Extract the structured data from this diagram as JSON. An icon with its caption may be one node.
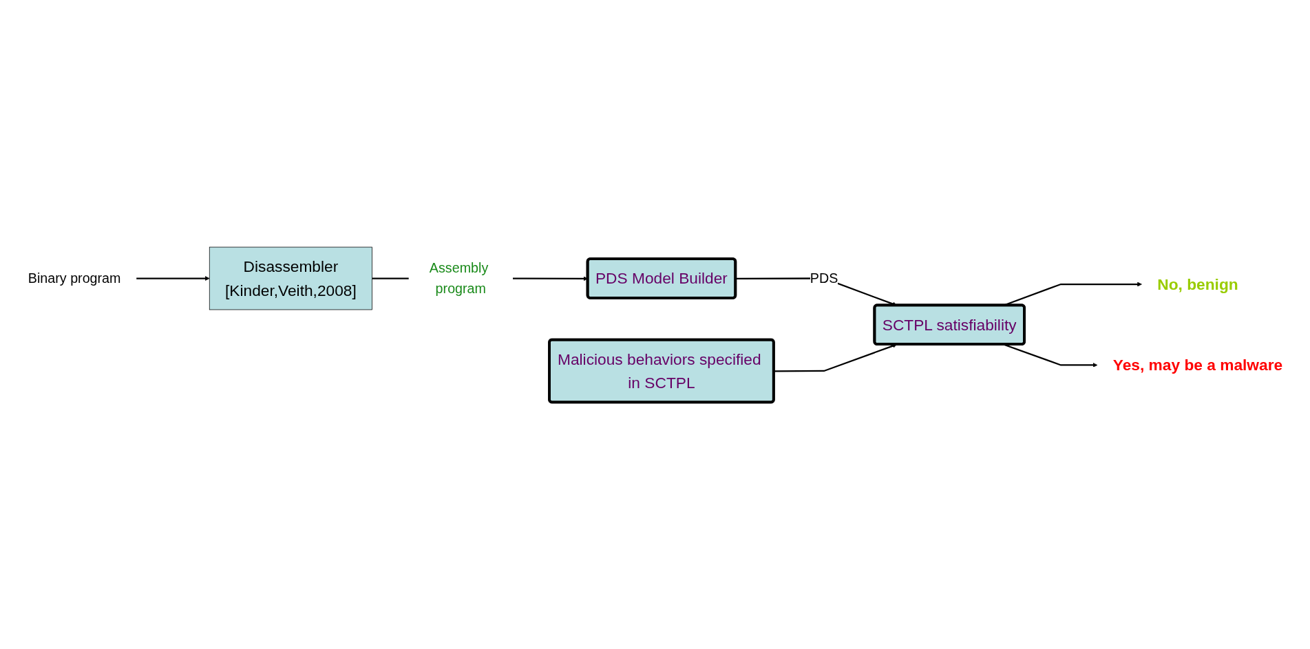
{
  "diagram": {
    "nodes": [
      {
        "text": [
          "Binary program"
        ]
      },
      {
        "text": [
          "Disassembler",
          "[Kinder,Veith,2008]"
        ]
      },
      {
        "text": [
          "PDS Model Builder"
        ]
      },
      {
        "text": [
          "Malicious behaviors specified in SCTPL"
        ]
      },
      {
        "text": [
          "SCTPL satisfiability"
        ]
      },
      {
        "text": [
          "No, benign"
        ]
      },
      {
        "text": [
          "Yes, may be a malware"
        ]
      }
    ],
    "edges": [
      {
        "from": 0,
        "to": 1,
        "arrow": "to"
      },
      {
        "from": 1,
        "to": 2,
        "arrow": "to",
        "label": "Assembly program"
      },
      {
        "from": 2,
        "to": 4,
        "arrow": "to",
        "label": "PDS"
      },
      {
        "from": 3,
        "to": 4,
        "arrow": "to"
      },
      {
        "from": 4,
        "to": 5,
        "arrow": "to"
      },
      {
        "from": 4,
        "to": 6,
        "arrow": "to"
      }
    ]
  }
}
